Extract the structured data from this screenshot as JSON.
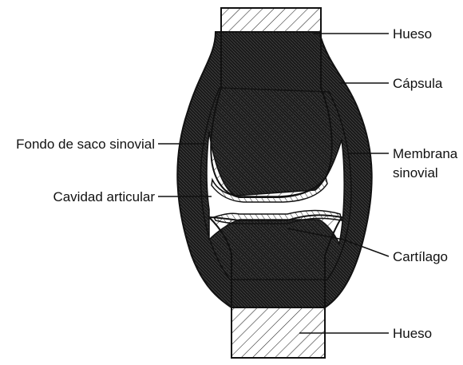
{
  "labels": {
    "hueso_top": "Hueso",
    "capsula": "Cápsula",
    "fondo_saco": "Fondo de saco sinovial",
    "membrana_1": "Membrana",
    "membrana_2": "sinovial",
    "cavidad": "Cavidad articular",
    "cartilago": "Cartílago",
    "hueso_bottom": "Hueso"
  },
  "colors": {
    "ink": "#111111",
    "capsule": "#1a1a1a",
    "background": "#ffffff"
  }
}
